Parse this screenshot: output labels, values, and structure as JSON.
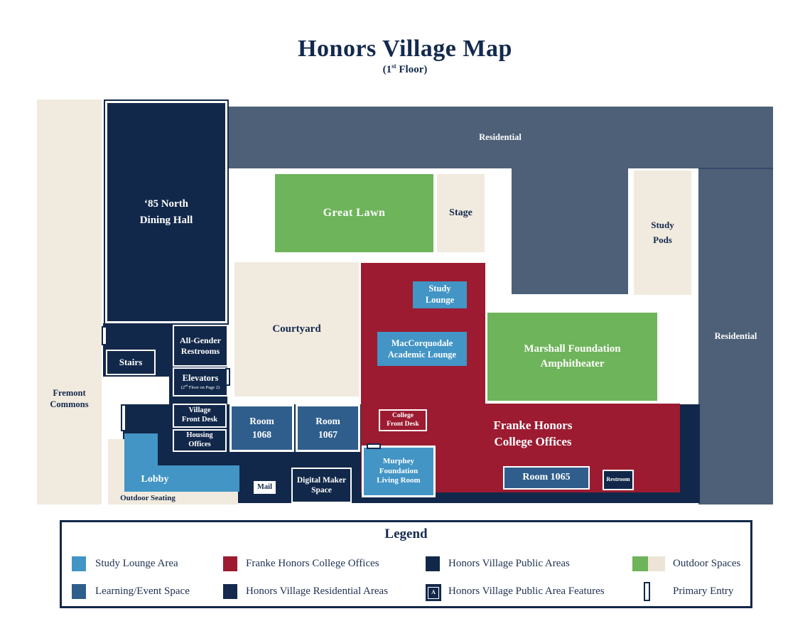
{
  "title": {
    "main": "Honors Village Map",
    "floor_prefix": "(1",
    "floor_sup": "st",
    "floor_suffix": " Floor)"
  },
  "map": {
    "fremont_commons": {
      "lines": [
        "Fremont",
        "Commons"
      ]
    },
    "dining_hall": {
      "lines": [
        "‘85 North",
        "Dining Hall"
      ]
    },
    "residential_top": {
      "label": "Residential"
    },
    "residential_right": {
      "label": "Residential"
    },
    "great_lawn": {
      "label": "Great Lawn"
    },
    "stage": {
      "label": "Stage"
    },
    "study_pods": {
      "lines": [
        "Study",
        "Pods"
      ]
    },
    "courtyard": {
      "label": "Courtyard"
    },
    "study_lounge": {
      "lines": [
        "Study",
        "Lounge"
      ]
    },
    "maccorquodale": {
      "lines": [
        "MacCorquodale",
        "Academic Lounge"
      ]
    },
    "marshall_amphitheater": {
      "lines": [
        "Marshall Foundation",
        "Amphitheater"
      ]
    },
    "franke_offices": {
      "lines": [
        "Franke Honors",
        "College Offices"
      ]
    },
    "college_front_desk": {
      "lines": [
        "College",
        "Front Desk"
      ]
    },
    "stairs": {
      "label": "Stairs"
    },
    "all_gender_restrooms": {
      "lines": [
        "All-Gender",
        "Restrooms"
      ]
    },
    "elevators": {
      "label": "Elevators",
      "note_prefix": "(2",
      "note_sup": "nd",
      "note_suffix": " Floor on Page 2)"
    },
    "village_front_desk": {
      "lines": [
        "Village",
        "Front Desk"
      ]
    },
    "housing_offices": {
      "lines": [
        "Housing",
        "Offices"
      ]
    },
    "room_1068": {
      "lines": [
        "Room",
        "1068"
      ]
    },
    "room_1067": {
      "lines": [
        "Room",
        "1067"
      ]
    },
    "room_1065": {
      "label": "Room 1065"
    },
    "lobby": {
      "label": "Lobby"
    },
    "mail": {
      "label": "Mail"
    },
    "digital_maker_space": {
      "lines": [
        "Digital Maker",
        "Space"
      ]
    },
    "murphey_living_room": {
      "lines": [
        "Murphey",
        "Foundation",
        "Living Room"
      ]
    },
    "restroom": {
      "label": "Restroom"
    },
    "outdoor_seating": {
      "label": "Outdoor Seating"
    }
  },
  "legend": {
    "title": "Legend",
    "feature_letter": "A",
    "items": [
      {
        "label": "Study Lounge Area"
      },
      {
        "label": "Franke Honors College Offices"
      },
      {
        "label": "Honors Village Public Areas"
      },
      {
        "label": "Outdoor Spaces"
      },
      {
        "label": "Learning/Event Space"
      },
      {
        "label": "Honors Village Residential Areas"
      },
      {
        "label": "Honors Village Public Area Features"
      },
      {
        "label": "Primary Entry"
      }
    ]
  },
  "colors": {
    "navy": "#12284A",
    "slate_residential": "#4D6078",
    "cream_outdoor": "#F1EADE",
    "green_outdoor": "#6EB45A",
    "red_offices": "#9C1B31",
    "light_blue_study": "#4295C5",
    "medium_blue_event": "#2F5E8D"
  }
}
